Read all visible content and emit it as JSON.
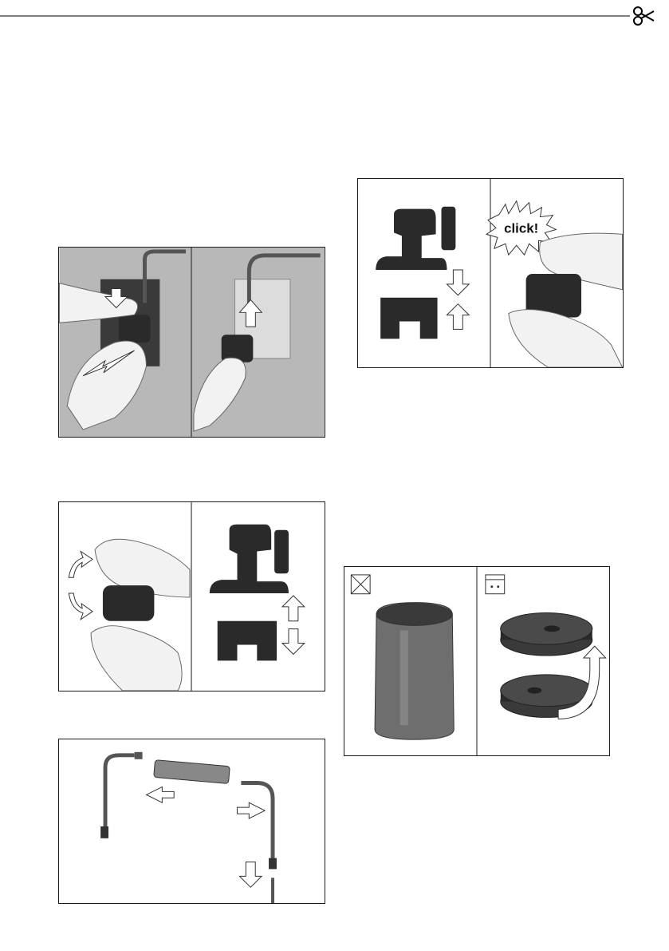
{
  "page": {
    "cut_mark": "scissors-icon"
  },
  "figures": {
    "wall_removal": {
      "icons": [
        "press-down-arrow",
        "pull-out-arrow",
        "up-arrow"
      ]
    },
    "wobble_apart": {
      "icons": [
        "rotate-arrow",
        "up-arrow",
        "down-arrow"
      ]
    },
    "hose_separation": {
      "icons": [
        "left-arrow",
        "right-arrow",
        "down-arrow"
      ]
    },
    "reassembly": {
      "click_text": "click!",
      "icons": [
        "down-arrow",
        "up-arrow"
      ]
    },
    "parts": {
      "icons": [
        "no-dishwasher-icon",
        "dishwasher-safe-icon",
        "turn-arrow"
      ]
    }
  }
}
